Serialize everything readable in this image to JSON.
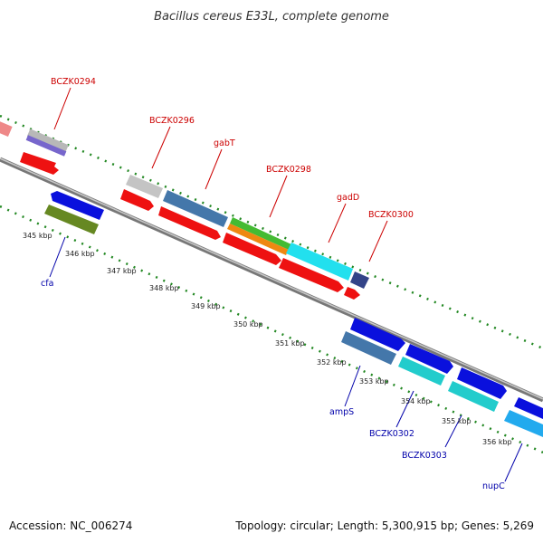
{
  "title": "Bacillus cereus E33L, complete genome",
  "footer": {
    "accession": "Accession: NC_006274",
    "summary": "Topology: circular; Length: 5,300,915 bp; Genes: 5,269"
  },
  "colors": {
    "forward_label": "#cc0000",
    "reverse_label": "#0000aa",
    "backbone": "#888888",
    "tick": "#228822"
  },
  "ticks": [
    "345 kbp",
    "346 kbp",
    "347 kbp",
    "348 kbp",
    "349 kbp",
    "350 kbp",
    "351 kbp",
    "352 kbp",
    "353 kbp",
    "354 kbp",
    "355 kbp",
    "356 kbp"
  ],
  "gene_labels": {
    "forward": [
      "BCZK0294",
      "BCZK0296",
      "gabT",
      "BCZK0298",
      "gadD",
      "BCZK0300"
    ],
    "reverse": [
      "cfa",
      "ampS",
      "BCZK0302",
      "BCZK0303",
      "nupC"
    ]
  }
}
